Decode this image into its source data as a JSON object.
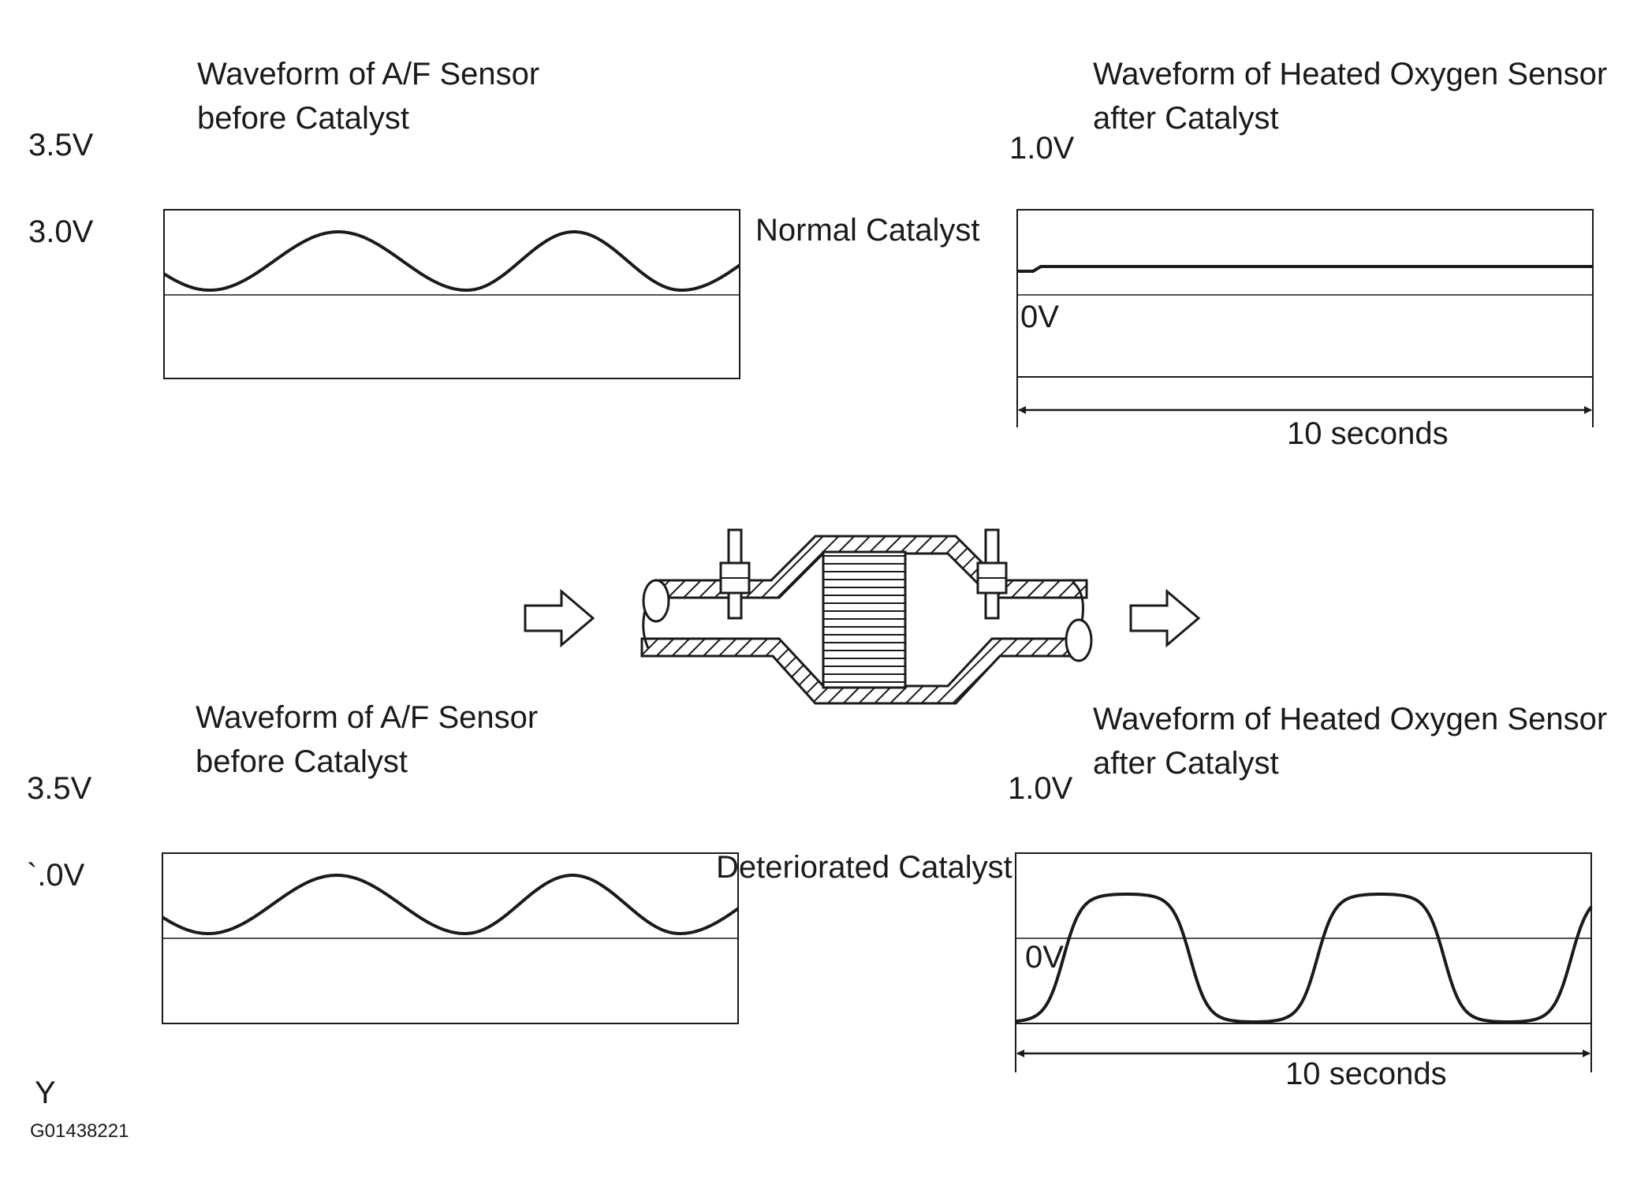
{
  "top": {
    "af_title_line1": "Waveform of A/F Sensor",
    "af_title_line2": "before Catalyst",
    "af_v_high": "3.5V",
    "af_v_mid": "3.0V",
    "condition": "Normal Catalyst",
    "ho_title_line1": "Waveform of Heated Oxygen Sensor",
    "ho_title_line2": "after Catalyst",
    "ho_v_high": "1.0V",
    "ho_v_zero": "0V",
    "time_span": "10 seconds"
  },
  "bottom": {
    "af_title_line1": "Waveform of A/F Sensor",
    "af_title_line2": "before Catalyst",
    "af_v_high": "3.5V",
    "af_v_mid": "`.0V",
    "condition": "Deteriorated Catalyst",
    "ho_title_line1": "Waveform of Heated Oxygen Sensor",
    "ho_title_line2": "after Catalyst",
    "ho_v_high": "1.0V",
    "ho_v_zero": "0V",
    "time_span": "10 seconds"
  },
  "footer": {
    "letter": "Y",
    "code": "G01438221"
  },
  "colors": {
    "ink": "#1a1a1a",
    "paper": "#ffffff"
  }
}
